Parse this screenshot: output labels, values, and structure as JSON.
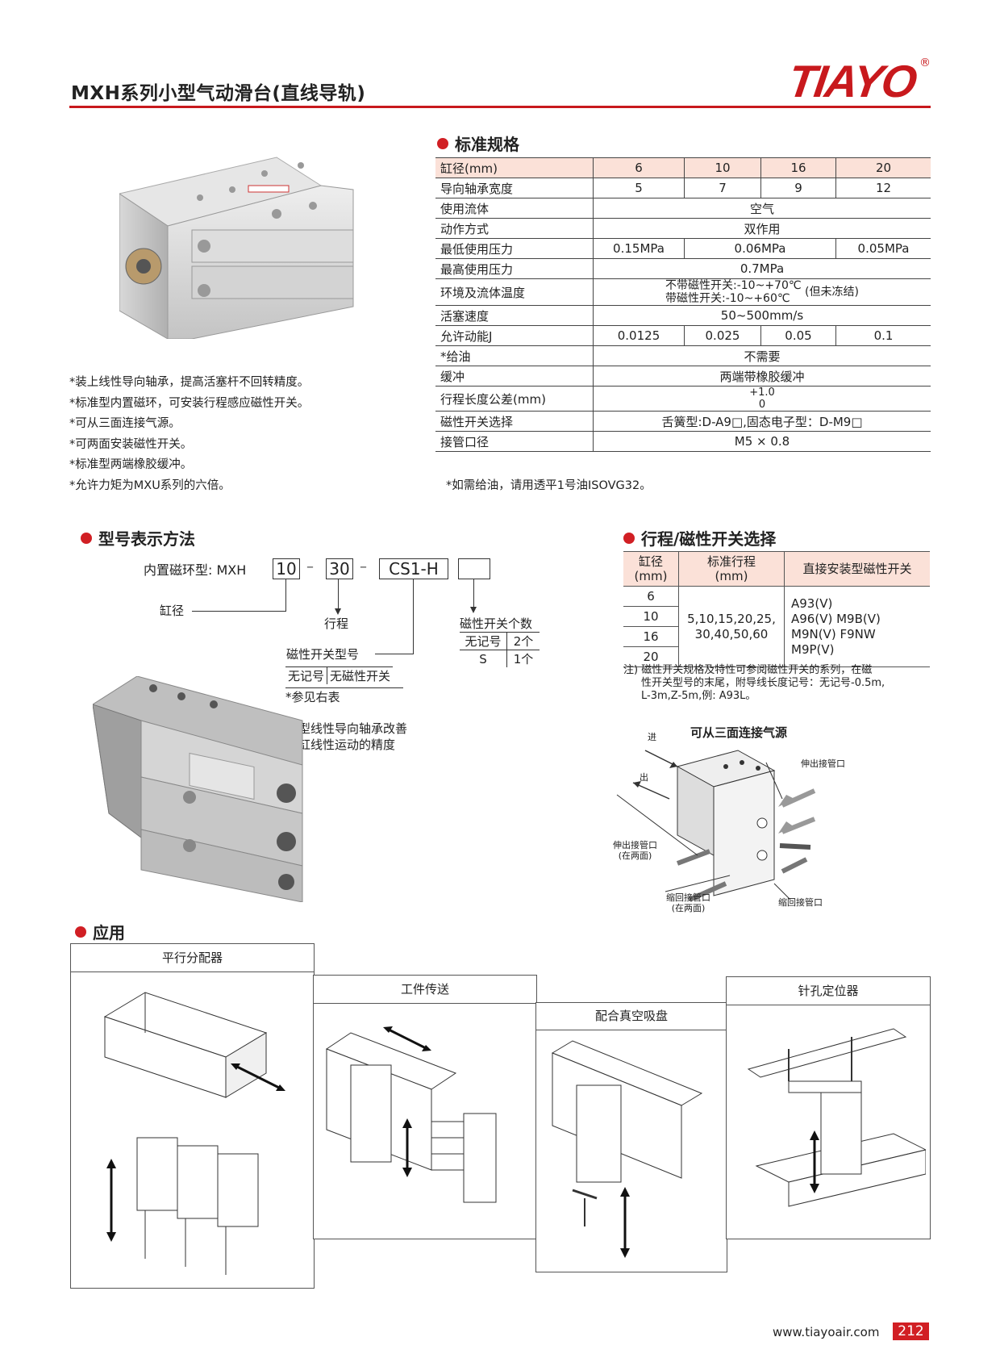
{
  "header": {
    "title": "MXH系列小型气动滑台(直线导轨)",
    "logo": "TIAYO",
    "logo_reg": "®"
  },
  "spec": {
    "heading": "标准规格",
    "rows": [
      [
        "缸径(mm)",
        "6",
        "10",
        "16",
        "20"
      ],
      [
        "导向轴承宽度",
        "5",
        "7",
        "9",
        "12"
      ],
      [
        "使用流体",
        "空气"
      ],
      [
        "动作方式",
        "双作用"
      ],
      [
        "最低使用压力",
        "0.15MPa",
        "0.06MPa",
        "0.05MPa"
      ],
      [
        "最高使用压力",
        "0.7MPa"
      ],
      [
        "环境及流体温度"
      ],
      [
        "活塞速度",
        "50~500mm/s"
      ],
      [
        "允许动能J",
        "0.0125",
        "0.025",
        "0.05",
        "0.1"
      ],
      [
        "*给油",
        "不需要"
      ],
      [
        "缓冲",
        "两端带橡胶缓冲"
      ],
      [
        "行程长度公差(mm)"
      ],
      [
        "磁性开关选择",
        "舌簧型:D-A9□,固态电子型：D-M9□"
      ],
      [
        "接管口径",
        "M5 × 0.8"
      ]
    ],
    "temp_line1": "不带磁性开关:-10~+70℃",
    "temp_line2": "带磁性开关:-10~+60℃",
    "temp_suffix": "(但未冻结)",
    "tol_plus": "+1.0",
    "tol_zero": "0",
    "note": "*如需给油，请用透平1号油ISOVG32。"
  },
  "features": [
    "*装上线性导向轴承，提高活塞杆不回转精度。",
    "*标准型内置磁环，可安装行程感应磁性开关。",
    "*可从三面连接气源。",
    "*可两面安装磁性开关。",
    "*标准型两端橡胶缓冲。",
    "*允许力矩为MXU系列的六倍。"
  ],
  "model": {
    "heading": "型号表示方法",
    "prefix": "内置磁环型: MXH",
    "bore": "10",
    "dash1": "–",
    "stroke": "30",
    "dash2": "–",
    "switch": "CS1-H",
    "label_bore": "缸径",
    "label_stroke": "行程",
    "label_switch_type": "磁性开关型号",
    "switch_type_rows": [
      [
        "无记号",
        "无磁性开关"
      ]
    ],
    "see_right": "*参见右表",
    "label_count": "磁性开关个数",
    "count_rows": [
      [
        "无记号",
        "2个"
      ],
      [
        "S",
        "1个"
      ]
    ],
    "desc_line1": "小型线性导向轴承改善",
    "desc_line2": "气缸线性运动的精度"
  },
  "stroke": {
    "heading": "行程/磁性开关选择",
    "h_bore_1": "缸径",
    "h_bore_2": "(mm)",
    "h_stroke_1": "标准行程",
    "h_stroke_2": "(mm)",
    "h_switch": "直接安装型磁性开关",
    "bores": [
      "6",
      "10",
      "16",
      "20"
    ],
    "strokes_1": "5,10,15,20,25,",
    "strokes_2": "30,40,50,60",
    "switches": [
      "A93(V)",
      "A96(V)  M9B(V)",
      "M9N(V)  F9NW",
      "M9P(V)"
    ],
    "note_1": "注) 磁性开关规格及特性可参阅磁性开关的系列，在磁",
    "note_2": "性开关型号的末尾，附导线长度记号：无记号-0.5m,",
    "note_3": "L-3m,Z-5m,例: A93L。"
  },
  "port_diagram": {
    "title": "可从三面连接气源",
    "in": "进",
    "out": "出",
    "extend_top": "伸出接管口",
    "extend_side": "伸出接管口",
    "extend_side_sub": "(在两面)",
    "retract_bottom": "缩回接管口",
    "retract_bottom_sub": "(在两面)",
    "retract_right": "缩回接管口"
  },
  "application": {
    "heading": "应用",
    "panels": [
      "平行分配器",
      "工件传送",
      "配合真空吸盘",
      "针孔定位器"
    ]
  },
  "footer": {
    "url": "www.tiayoair.com",
    "page": "212"
  }
}
